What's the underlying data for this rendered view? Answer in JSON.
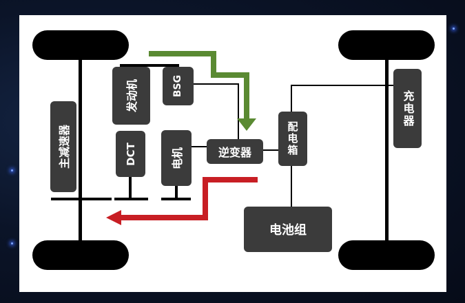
{
  "components": {
    "main_reducer": "主减速器",
    "engine": "发动机",
    "bsg": "BSG",
    "dct": "DCT",
    "motor": "电机",
    "inverter": "逆变器",
    "distribution_box": "配电箱",
    "charger": "充电器",
    "battery_pack": "电池组"
  },
  "colors": {
    "box_fill": "#3b3b3b",
    "green_arrow": "#5a8a32",
    "red_arrow": "#c81e24",
    "frame_background": "#ffffff"
  }
}
